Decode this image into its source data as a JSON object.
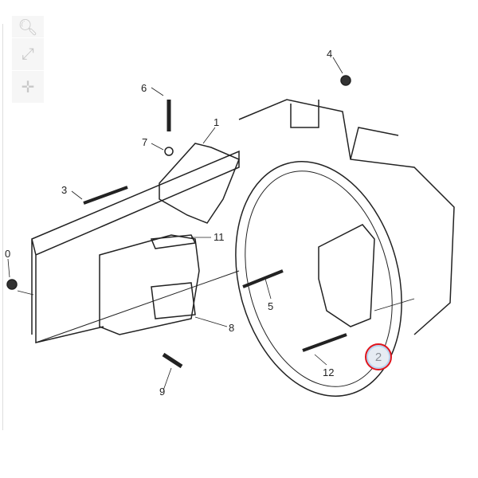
{
  "toolbar": {
    "zoom_icon": "search-icon",
    "fit_icon": "expand-icon",
    "pan_icon": "move-icon"
  },
  "labels": {
    "p0": "0",
    "p1": "1",
    "p3": "3",
    "p4": "4",
    "p5": "5",
    "p6": "6",
    "p7": "7",
    "p8": "8",
    "p9": "9",
    "p11": "11",
    "p12": "12"
  },
  "hotspot": {
    "label": "2"
  },
  "colors": {
    "hotspot_border": "#e0141c"
  }
}
